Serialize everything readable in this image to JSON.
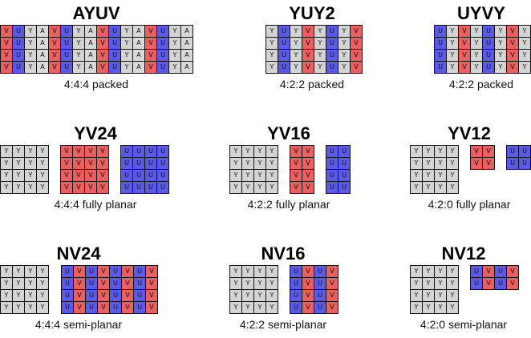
{
  "colors": {
    "Y": "#d4d4d4",
    "A": "#d9d9d9",
    "U": "#5a5ae6",
    "V": "#ea5f5f"
  },
  "formats": [
    {
      "id": "ayuv",
      "title": "AYUV",
      "caption": "4:4:4 packed",
      "planes": [
        {
          "rows": 4,
          "pattern": [
            "V",
            "U",
            "Y",
            "A",
            "V",
            "U",
            "Y",
            "A",
            "V",
            "U",
            "Y",
            "A",
            "V",
            "U",
            "Y",
            "A"
          ]
        }
      ]
    },
    {
      "id": "yuy2",
      "title": "YUY2",
      "caption": "4:2:2 packed",
      "planes": [
        {
          "rows": 4,
          "pattern": [
            "Y",
            "U",
            "Y",
            "V",
            "Y",
            "U",
            "Y",
            "V"
          ]
        }
      ]
    },
    {
      "id": "uyvy",
      "title": "UYVY",
      "caption": "4:2:2 packed",
      "planes": [
        {
          "rows": 4,
          "pattern": [
            "U",
            "Y",
            "V",
            "Y",
            "U",
            "Y",
            "V",
            "Y"
          ]
        }
      ]
    },
    {
      "id": "yv24",
      "title": "YV24",
      "caption": "4:4:4 fully planar",
      "planes": [
        {
          "rows": 4,
          "pattern": [
            "Y",
            "Y",
            "Y",
            "Y"
          ]
        },
        {
          "rows": 4,
          "pattern": [
            "V",
            "V",
            "V",
            "V"
          ]
        },
        {
          "rows": 4,
          "pattern": [
            "U",
            "U",
            "U",
            "U"
          ]
        }
      ]
    },
    {
      "id": "yv16",
      "title": "YV16",
      "caption": "4:2:2 fully planar",
      "planes": [
        {
          "rows": 4,
          "pattern": [
            "Y",
            "Y",
            "Y",
            "Y"
          ]
        },
        {
          "rows": 4,
          "pattern": [
            "V",
            "V"
          ]
        },
        {
          "rows": 4,
          "pattern": [
            "U",
            "U"
          ]
        }
      ]
    },
    {
      "id": "yv12",
      "title": "YV12",
      "caption": "4:2:0 fully planar",
      "planes": [
        {
          "rows": 4,
          "pattern": [
            "Y",
            "Y",
            "Y",
            "Y"
          ]
        },
        {
          "rows": 2,
          "pattern": [
            "V",
            "V"
          ]
        },
        {
          "rows": 2,
          "pattern": [
            "U",
            "U"
          ]
        }
      ]
    },
    {
      "id": "nv24",
      "title": "NV24",
      "caption": "4:4:4 semi-planar",
      "planes": [
        {
          "rows": 4,
          "pattern": [
            "Y",
            "Y",
            "Y",
            "Y"
          ]
        },
        {
          "rows": 4,
          "pattern": [
            "U",
            "V",
            "U",
            "V",
            "U",
            "V",
            "U",
            "V"
          ]
        }
      ]
    },
    {
      "id": "nv16",
      "title": "NV16",
      "caption": "4:2:2 semi-planar",
      "planes": [
        {
          "rows": 4,
          "pattern": [
            "Y",
            "Y",
            "Y",
            "Y"
          ]
        },
        {
          "rows": 4,
          "pattern": [
            "U",
            "V",
            "U",
            "V"
          ]
        }
      ]
    },
    {
      "id": "nv12",
      "title": "NV12",
      "caption": "4:2:0 semi-planar",
      "planes": [
        {
          "rows": 4,
          "pattern": [
            "Y",
            "Y",
            "Y",
            "Y"
          ]
        },
        {
          "rows": 2,
          "pattern": [
            "U",
            "V",
            "U",
            "V"
          ]
        }
      ]
    }
  ]
}
